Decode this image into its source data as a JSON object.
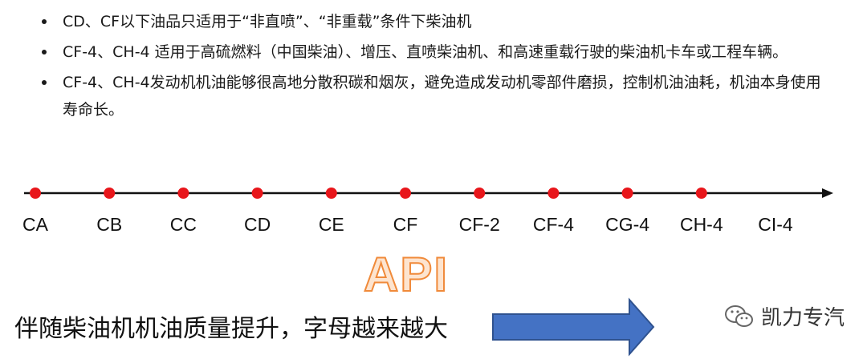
{
  "bullets": [
    "CD、CF以下油品只适用于“非直喷”、“非重载”条件下柴油机",
    "CF-4、CH-4 适用于高硫燃料（中国柴油）、增压、直喷柴油机、和高速重载行驶的柴油机卡车或工程车辆。",
    "CF-4、CH-4发动机机油能够很高地分散积碳和烟灰，避免造成发动机零部件磨损，控制机油油耗，机油本身使用寿命长。"
  ],
  "timeline": {
    "grades": [
      "CA",
      "CB",
      "CC",
      "CD",
      "CE",
      "CF",
      "CF-2",
      "CF-4",
      "CG-4",
      "CH-4",
      "CI-4"
    ],
    "marked_count": 10,
    "marker_color": "#e8161b"
  },
  "api_title": "API",
  "caption": "伴随柴油机机油质量提升，字母越来越大",
  "arrow_color": "#4472c4",
  "brand": {
    "name": "凯力专汽",
    "icon": "wechat-icon"
  }
}
